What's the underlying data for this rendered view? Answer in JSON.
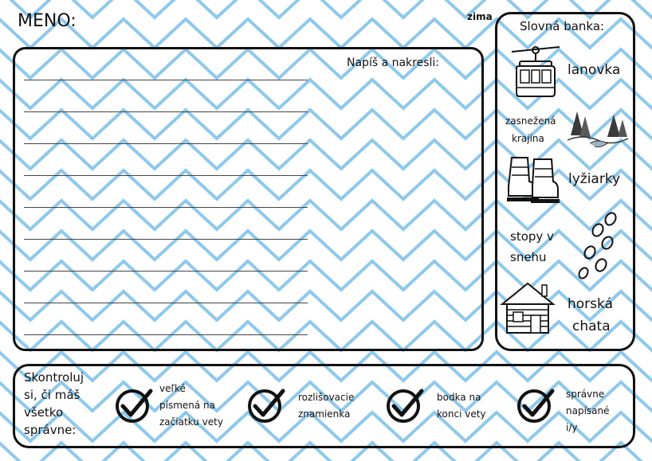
{
  "header": {
    "name_label": "MENO:",
    "topic_tag": "zima"
  },
  "writing": {
    "prompt": "Napíš a nakresli:"
  },
  "word_bank": {
    "title": "Slovná banka:",
    "items": [
      {
        "lines": [
          "lanovka"
        ],
        "icon": "cable-car-icon"
      },
      {
        "lines": [
          "zasnežená",
          "krajina"
        ],
        "icon": "snowy-landscape-icon"
      },
      {
        "lines": [
          "lyžiarky"
        ],
        "icon": "ski-boots-icon"
      },
      {
        "lines": [
          "stopy v",
          "snehu"
        ],
        "icon": "footprints-icon"
      },
      {
        "lines": [
          "horská",
          "chata"
        ],
        "icon": "log-cabin-icon"
      }
    ]
  },
  "checklist": {
    "title_lines": [
      "Skontroluj",
      "si, či máš",
      "všetko",
      "správne:"
    ],
    "items": [
      {
        "lines": [
          "veľké",
          "písmená na",
          "začiatku vety"
        ],
        "icon": "checkmark-icon"
      },
      {
        "lines": [
          "rozlišovacie",
          "znamienka"
        ],
        "icon": "checkmark-icon"
      },
      {
        "lines": [
          "bodka na",
          "konci vety"
        ],
        "icon": "checkmark-icon"
      },
      {
        "lines": [
          "správne",
          "napísané",
          "i/y"
        ],
        "icon": "checkmark-icon"
      }
    ]
  },
  "colors": {
    "zigzag": "#8ec9ec",
    "ink": "#111111",
    "paper": "#ffffff"
  }
}
